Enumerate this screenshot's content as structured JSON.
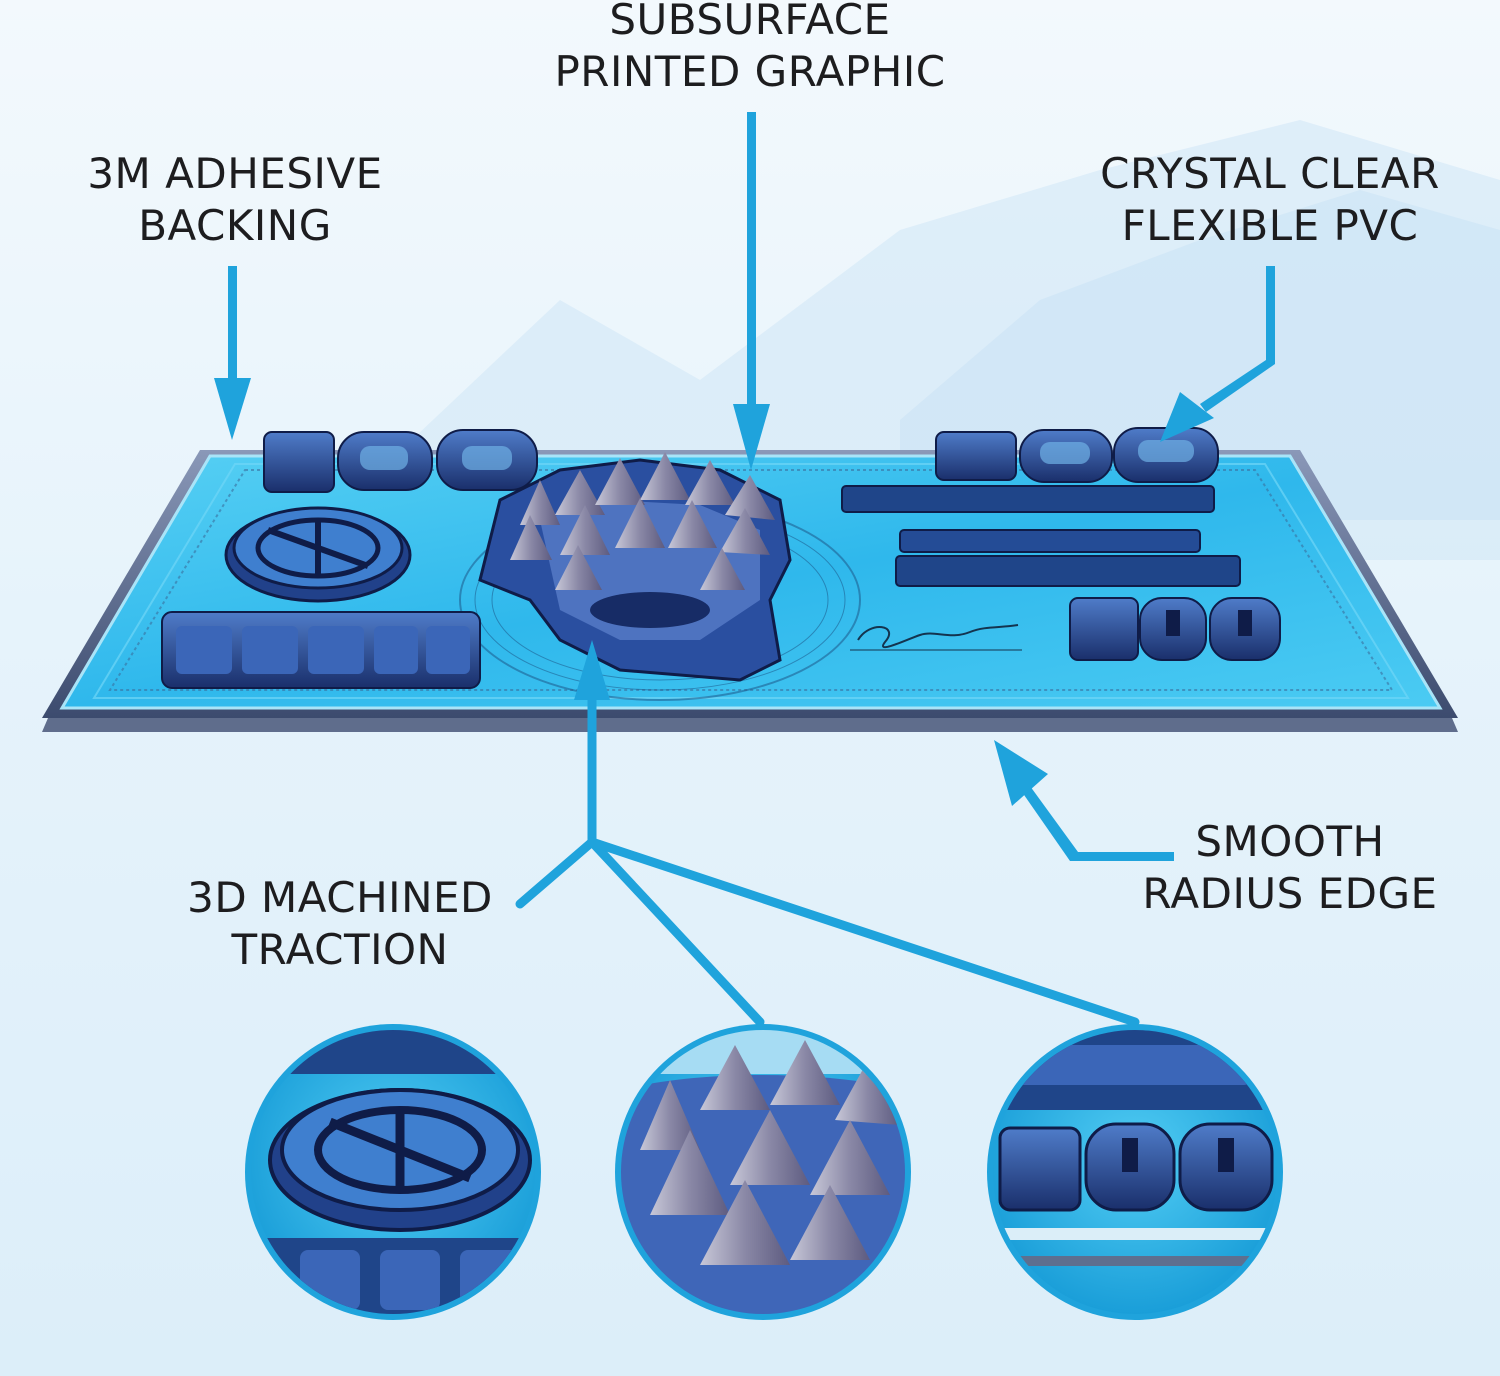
{
  "callouts": {
    "subsurface": {
      "line1": "SUBSURFACE",
      "line2": "PRINTED GRAPHIC"
    },
    "adhesive": {
      "line1": "3M ADHESIVE",
      "line2": "BACKING"
    },
    "pvc": {
      "line1": "CRYSTAL CLEAR",
      "line2": "FLEXIBLE PVC"
    },
    "smooth": {
      "line1": "SMOOTH",
      "line2": "RADIUS EDGE"
    },
    "traction": {
      "line1": "3D MACHINED",
      "line2": "TRACTION"
    }
  },
  "colors": {
    "accent": "#1fa3dc",
    "pad_surface": "#3cc4ee",
    "pad_dark": "#1f4f9a",
    "text": "#1d1d1f"
  },
  "icons": [
    "down-arrow-icon",
    "diagonal-arrow-icon",
    "branch-connector-icon"
  ]
}
